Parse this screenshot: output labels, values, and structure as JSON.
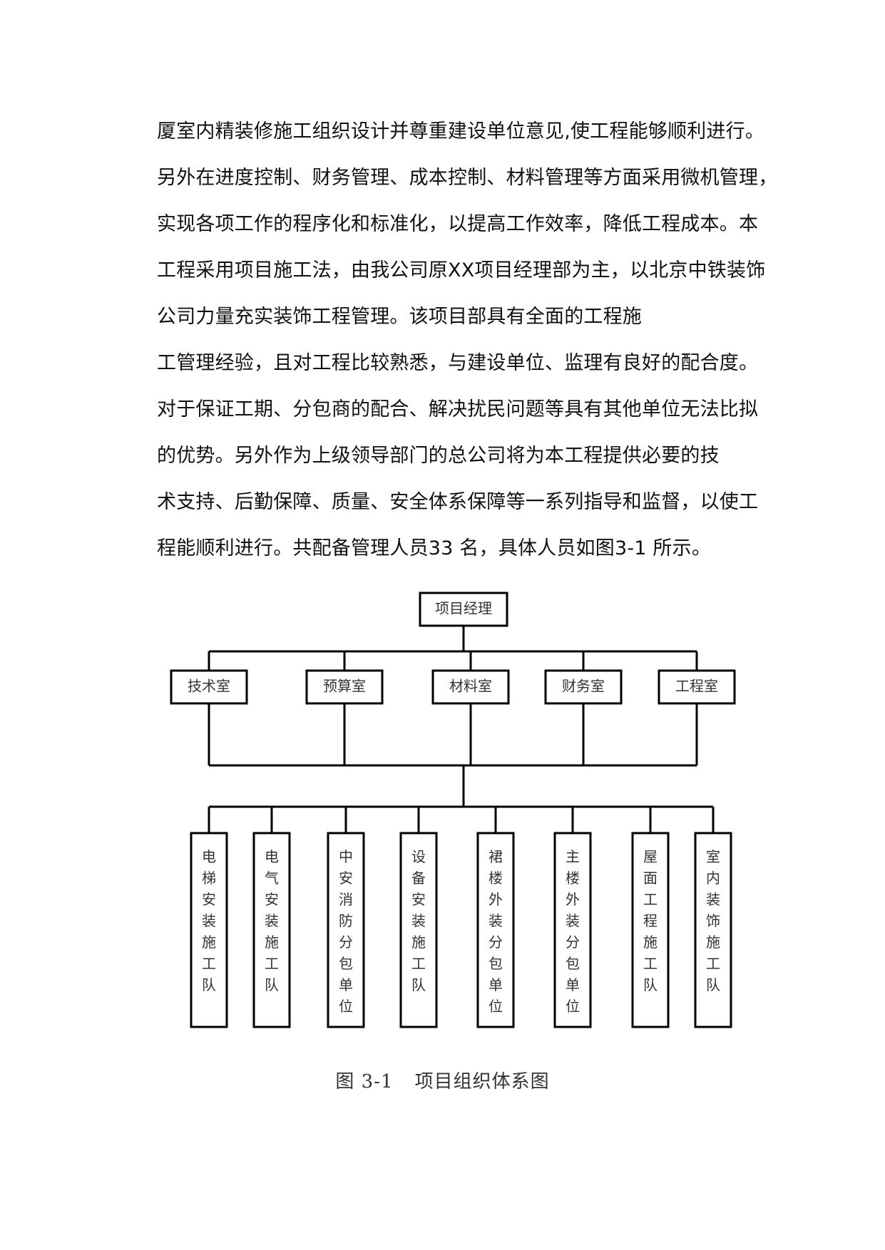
{
  "paragraph_lines": [
    "厦室内精装修施工组织设计并尊重建设单位意见,使工程能够顺利进行。",
    "另外在进度控制、财务管理、成本控制、材料管理等方面采用微机管理，",
    "实现各项工作的程序化和标准化，以提高工作效率，降低工程成本。本",
    "工程采用项目施工法，由我公司原XX项目经理部为主，以北京中铁装饰",
    "公司力量充实装饰工程管理。该项目部具有全面的工程施",
    "工管理经验，且对工程比较熟悉，与建设单位、监理有良好的配合度。",
    "对于保证工期、分包商的配合、解决扰民问题等具有其他单位无法比拟",
    "的优势。另外作为上级领导部门的总公司将为本工程提供必要的技",
    "术支持、后勤保障、质量、安全体系保障等一系列指导和监督，以使工",
    "程能顺利进行。共配备管理人员33 名，具体人员如图3-1 所示。"
  ],
  "org_chart": {
    "root": "项目经理",
    "departments": [
      "技术室",
      "预算室",
      "材料室",
      "财务室",
      "工程室"
    ],
    "teams": [
      "电梯安装施工队",
      "电气安装施工队",
      "中安消防分包单位",
      "设备安装施工队",
      "裙楼外装分包单位",
      "主楼外装分包单位",
      "屋面工程施工队",
      "室内装饰施工队"
    ]
  },
  "caption": {
    "number": "图 3-1",
    "title": "项目组织体系图"
  }
}
